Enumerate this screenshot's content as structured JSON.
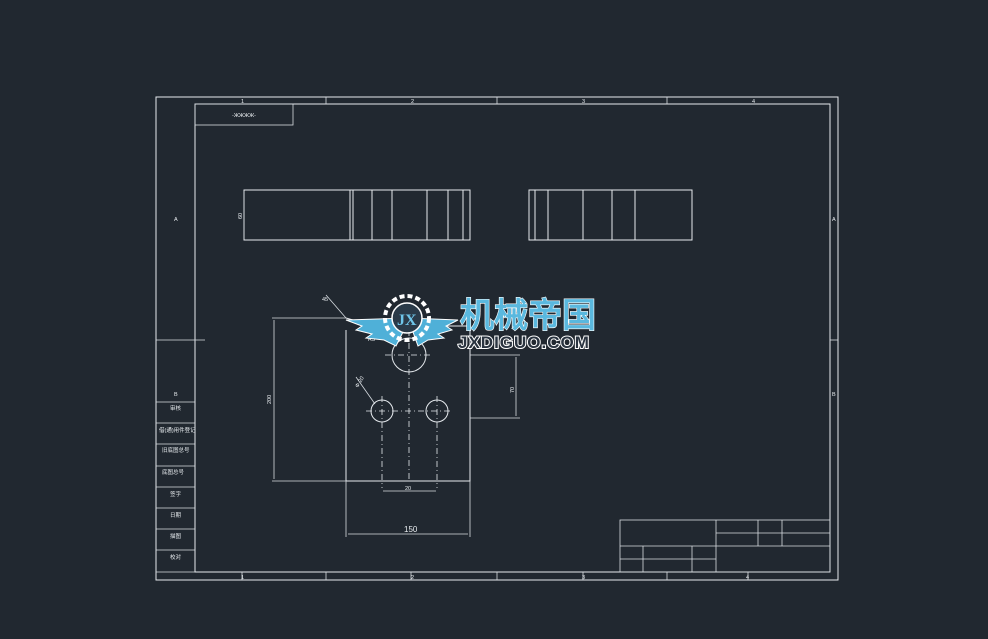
{
  "zone_numbers_top": [
    "1",
    "2",
    "3",
    "4"
  ],
  "zone_numbers_bottom": [
    "1",
    "2",
    "3",
    "4"
  ],
  "zone_letters_left": [
    "A",
    "B"
  ],
  "zone_letters_right": [
    "A",
    "B"
  ],
  "code_box_text": "-ЖЖЖЖ-",
  "side_table_rows": [
    "借(通)用件登记",
    "旧底图总号",
    "底图总号",
    "签字",
    "日期",
    "描图",
    "校对",
    "审核"
  ],
  "dimensions": {
    "height_60": "60",
    "chamfer_45": "45",
    "chamfer_r5": "R5",
    "height_200": "200",
    "hole_dia": "Φ 20",
    "dim_70": "70",
    "dim_20": "20",
    "width_150": "150"
  },
  "watermark": {
    "emblem_text": "JX",
    "title": "机械帝国",
    "subtitle": "JXDIGUO.COM"
  },
  "colors": {
    "background": "#212830",
    "line": "#e6eaee",
    "watermark_blue": "#4fb0d8"
  }
}
